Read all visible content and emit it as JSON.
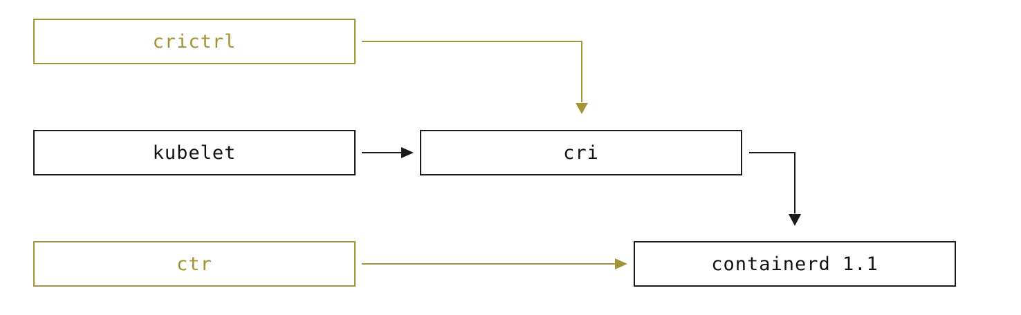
{
  "nodes": {
    "crictrl": "crictrl",
    "kubelet": "kubelet",
    "cri": "cri",
    "ctr": "ctr",
    "containerd": "containerd 1.1"
  },
  "colors": {
    "accent": "#a39437",
    "default": "#1a1a1a"
  },
  "edges": [
    {
      "from": "crictrl",
      "to": "cri",
      "color": "accent"
    },
    {
      "from": "kubelet",
      "to": "cri",
      "color": "default"
    },
    {
      "from": "cri",
      "to": "containerd",
      "color": "default"
    },
    {
      "from": "ctr",
      "to": "containerd",
      "color": "accent"
    }
  ]
}
